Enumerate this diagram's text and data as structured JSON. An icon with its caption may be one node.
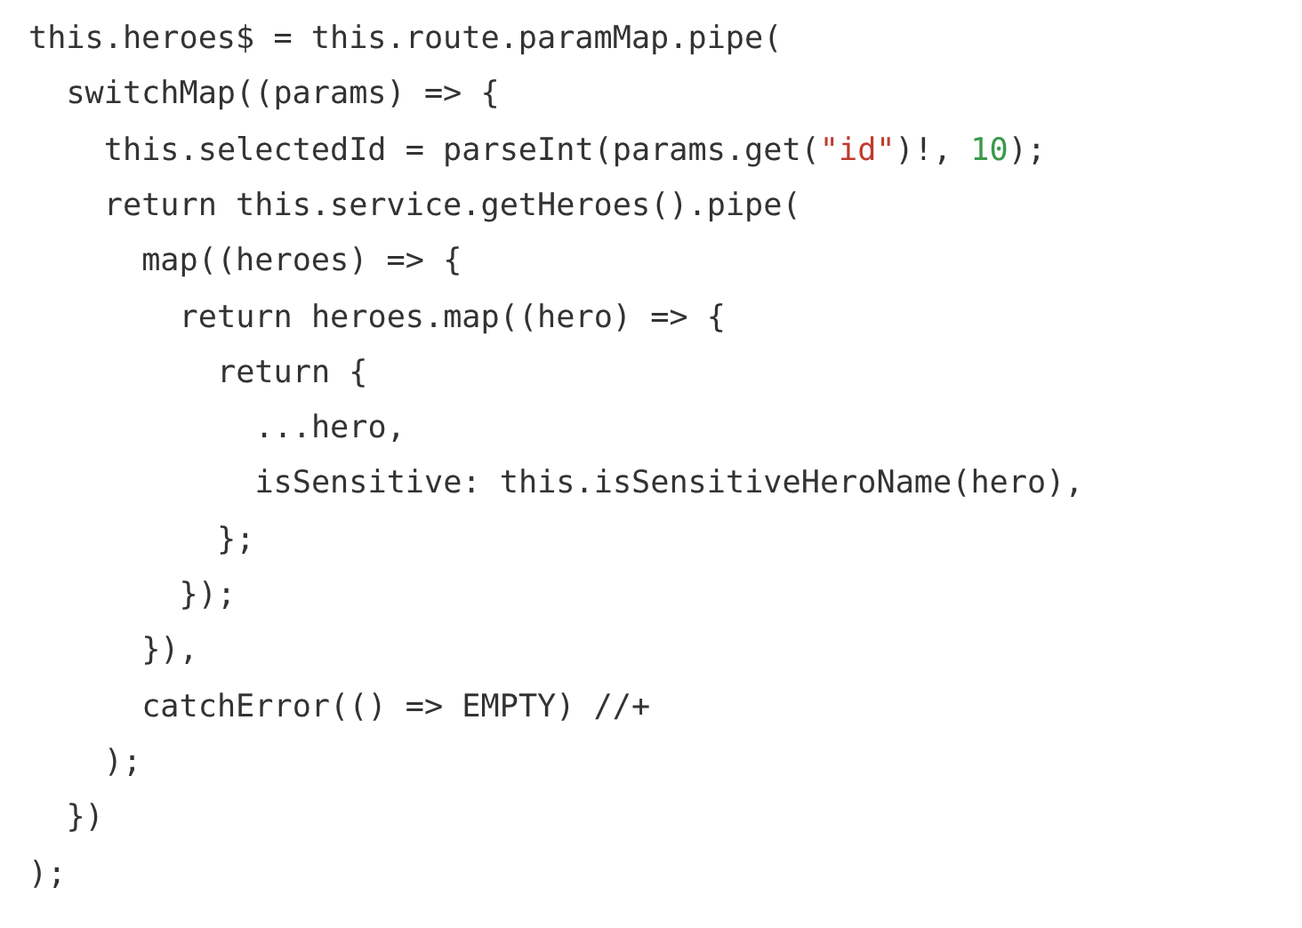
{
  "diagram": {
    "labels": [
      "this.heroes$ = this.route.paramMap.pipe(",
      "switchMap((params) => {",
      "this.selectedId = parseInt(params.get(\"id\")!, 10);",
      "return this.service.getHeroes().pipe(",
      "map((heroes) => {",
      "return heroes.map((hero) => {",
      "return {",
      "...hero,",
      "isSensitive: this.isSensitiveHeroName(hero),",
      "};",
      "});",
      "}),",
      "catchError(() => EMPTY) //+",
      ");",
      "})",
      ");"
    ]
  }
}
